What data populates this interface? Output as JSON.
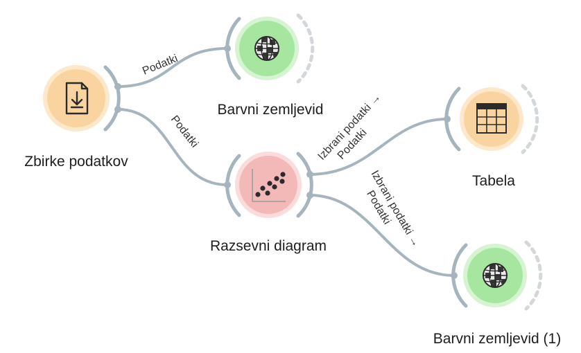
{
  "colors": {
    "link": "#a6b4bd",
    "data_node_fill": "#f9d4a1",
    "data_node_outer": "#fde8cc",
    "vis_node_fill": "#f3b9b9",
    "vis_node_outer": "#fbdcdc",
    "geo_node_fill": "#a6e6a0",
    "geo_node_outer": "#d6f3d2",
    "text": "#1d1d1f"
  },
  "nodes": {
    "datasets": {
      "title": "Zbirke podatkov",
      "icon": "file-download-icon"
    },
    "choropleth": {
      "title": "Barvni zemljevid",
      "icon": "globe-icon"
    },
    "scatter": {
      "title": "Razsevni diagram",
      "icon": "scatter-plot-icon"
    },
    "table": {
      "title": "Tabela",
      "icon": "table-icon"
    },
    "choropleth2": {
      "title": "Barvni zemljevid (1)",
      "icon": "globe-icon"
    }
  },
  "links": {
    "datasets_to_choropleth": {
      "label": "Podatki"
    },
    "datasets_to_scatter": {
      "label": "Podatki"
    },
    "scatter_to_table": {
      "label_line1": "Izbrani podatki →",
      "label_line2": "Podatki"
    },
    "scatter_to_choropleth2": {
      "label_line1": "Izbrani podatki →",
      "label_line2": "Podatki"
    }
  }
}
